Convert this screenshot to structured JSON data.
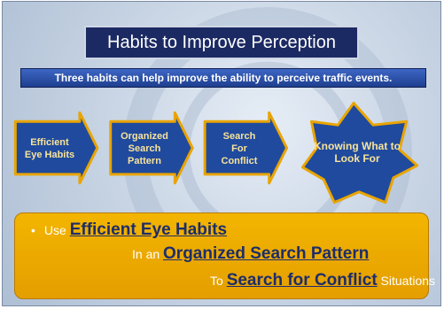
{
  "title": "Habits to Improve Perception",
  "subtitle": "Three habits can help improve the ability to perceive traffic events.",
  "flow": [
    {
      "lines": [
        "Efficient",
        "Eye Habits"
      ]
    },
    {
      "lines": [
        "Organized",
        "Search",
        "Pattern"
      ]
    },
    {
      "lines": [
        "Search",
        "For",
        "Conflict"
      ]
    },
    {
      "lines": [
        "Knowing What to",
        "Look For"
      ]
    }
  ],
  "summary": {
    "bullet": "•",
    "line1": {
      "pre": "Use ",
      "em": "Efficient Eye Habits",
      "post": ""
    },
    "line2": {
      "pre": "In an ",
      "em": "Organized Search Pattern",
      "post": ""
    },
    "line3": {
      "pre": "To ",
      "em": "Search for Conflict",
      "post": " Situations"
    }
  },
  "colors": {
    "box_fill": "#1f4a9e",
    "box_border": "#e9a400",
    "text_gold": "#f8e39a",
    "summary_fill": "#f0ad00"
  }
}
